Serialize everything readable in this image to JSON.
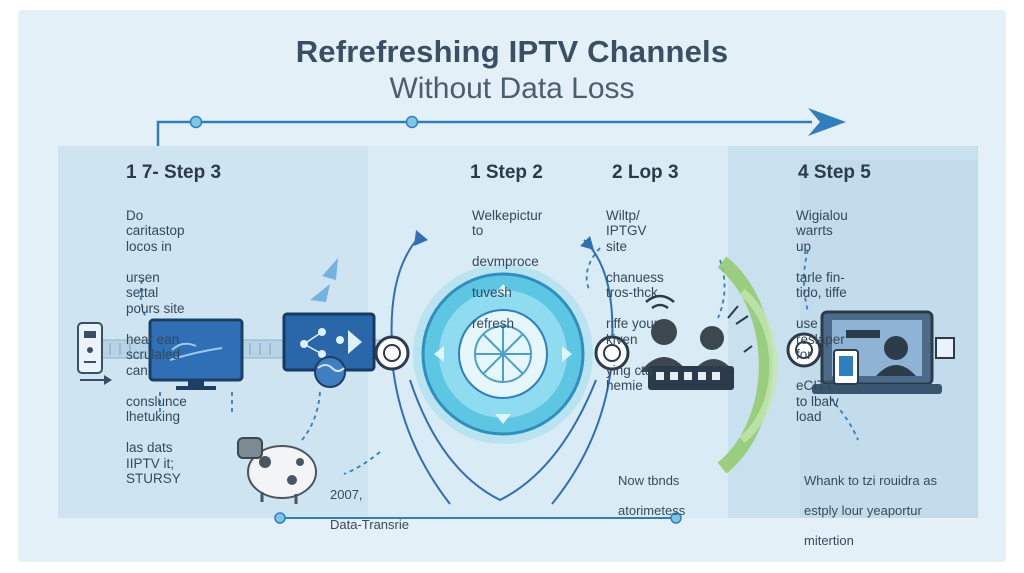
{
  "title": {
    "line1": "Refrefreshing IPTV Channels",
    "line2": "Without Data Loss"
  },
  "steps": [
    {
      "heading": "1 7- Step 3",
      "lines": [
        "Do caritastop locos in",
        "ursen settal pours site",
        "hear ean scrulaled can",
        "conslunce lhetuking",
        "las dats IIPTV it; STURSY"
      ]
    },
    {
      "heading": "1 Step 2",
      "lines": [
        "Welkepictur to",
        "devmproce",
        "tuvesh",
        "refresh"
      ]
    },
    {
      "heading": "2 Lop 3",
      "lines": [
        "Wiltp/ IPTGV site",
        "chanuess tros-thck",
        "riffe your kiven",
        "ying cta hemie"
      ]
    },
    {
      "heading": "4 Step 5",
      "lines": [
        "Wigialou warrts up",
        "tarle fin-tido, tiffe",
        "use reslaper for",
        "eCITT to lbalv load"
      ]
    }
  ],
  "notes": {
    "data_transfer_year": "2007,",
    "data_transfer_label": "Data-Transrie",
    "bottom_middle": [
      "Now tbnds",
      "atorimetess"
    ],
    "bottom_right": [
      "Whank to tzi rouidra as",
      "estply lour yeaportur",
      "mitertion"
    ]
  },
  "colors": {
    "background": "#e4f0f8",
    "panel": "#cfe4f1",
    "accent_blue": "#2f7fbf",
    "hub_cyan": "#5cc6e3",
    "green_arc": "#8fca6a",
    "dark_navy": "#2b3b4a"
  },
  "icons": [
    "remote-icon",
    "monitor-icon",
    "network-icon",
    "globe-icon",
    "bird-icon",
    "sheep-icon",
    "hub-icon",
    "people-icon",
    "wifi-icon",
    "laptop-icon",
    "arrow-icon"
  ]
}
